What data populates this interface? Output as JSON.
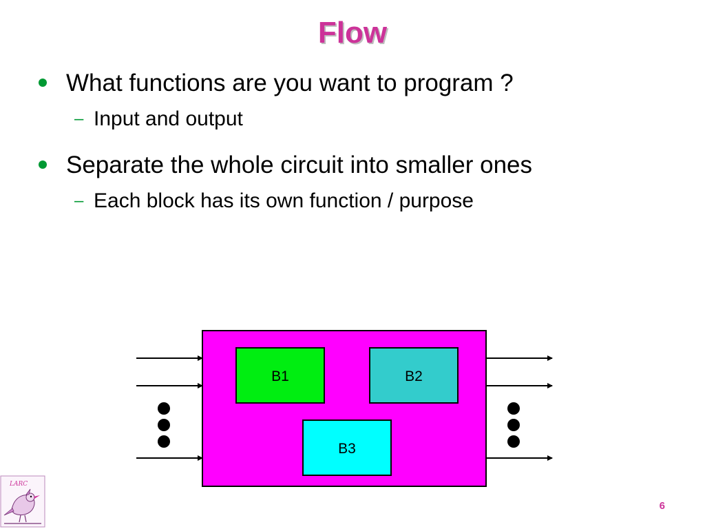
{
  "slide": {
    "title": "Flow",
    "page_number": "6",
    "bullets": [
      {
        "text": "What functions are you want to program ?",
        "sub": "Input and output"
      },
      {
        "text": "Separate the whole circuit into smaller ones",
        "sub": "Each block has its own function / purpose"
      }
    ]
  },
  "diagram": {
    "blocks": [
      {
        "label": "B1",
        "color": "#00ee11"
      },
      {
        "label": "B2",
        "color": "#33cccc"
      },
      {
        "label": "B3",
        "color": "#00ffff"
      }
    ],
    "container_color": "#ff00ff"
  },
  "logo": {
    "text": "LARC"
  }
}
